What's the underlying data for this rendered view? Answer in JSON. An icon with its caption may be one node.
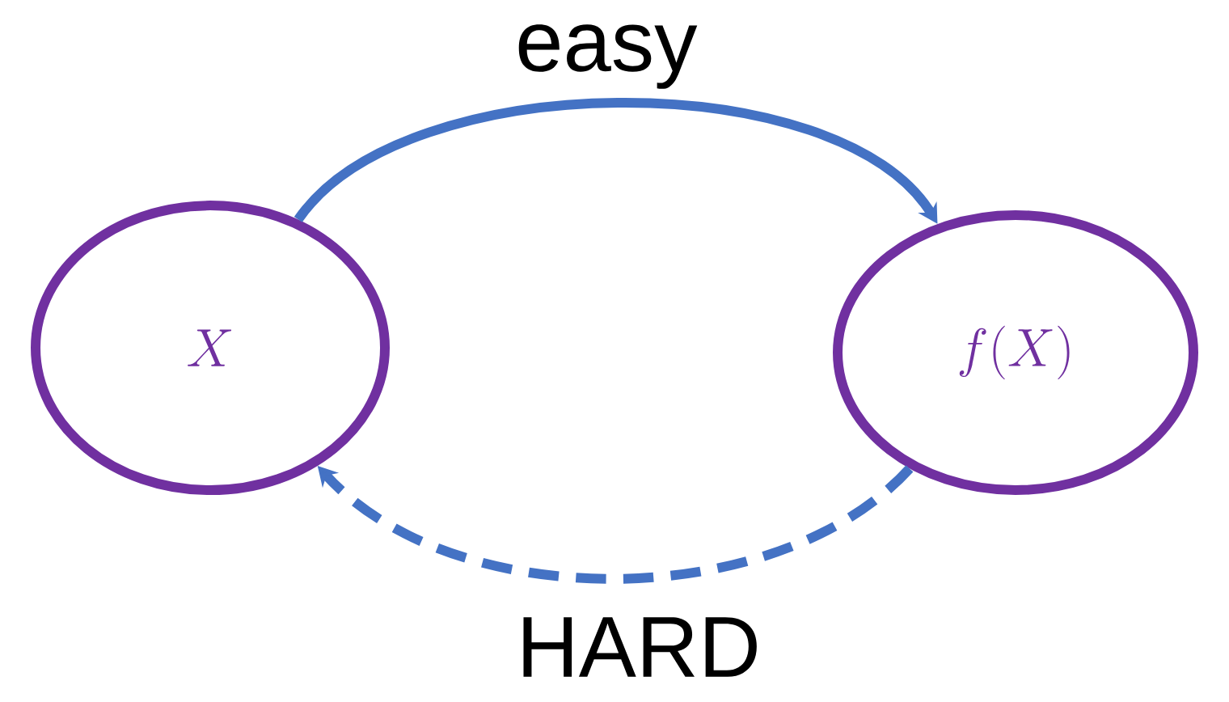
{
  "diagram": {
    "nodes": [
      {
        "text": [
          "X"
        ]
      },
      {
        "text": [
          "f(X)"
        ]
      }
    ],
    "edges": [
      {
        "from": 0,
        "to": 1,
        "arrow": "to",
        "label": "easy"
      },
      {
        "from": 1,
        "to": 0,
        "arrow": "to",
        "label": "HARD",
        "style": "dashed"
      }
    ]
  }
}
